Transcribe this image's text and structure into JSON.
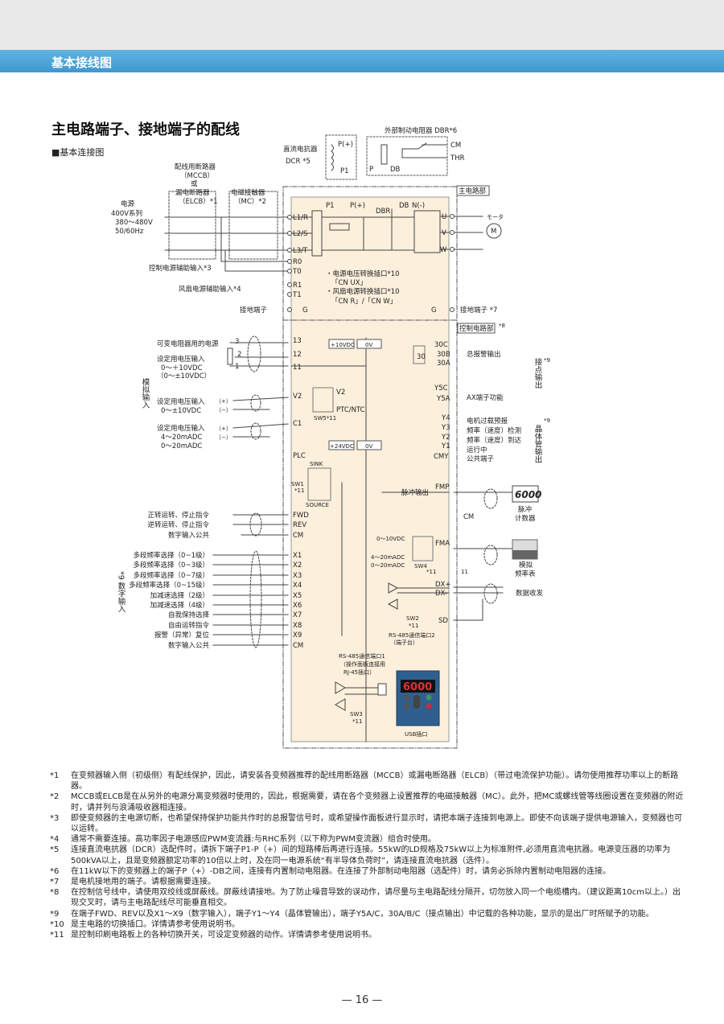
{
  "header": {
    "section": "基本接线图",
    "title": "主电路端子、接地端子的配线",
    "subtitle": "■基本连接图"
  },
  "main": {
    "power": {
      "label": "电源",
      "series": "400V系列",
      "voltage": "380～480V",
      "freq": "50/60Hz"
    },
    "mccb": {
      "l1": "配线用断路器",
      "l2": "（MCCB）",
      "l3": "或",
      "l4": "漏电断路器",
      "l5": "（ELCB）*1"
    },
    "mc": {
      "l1": "电磁接触器",
      "l2": "（MC）*2"
    },
    "dcr": {
      "l1": "直流电抗器",
      "l2": "DCR  *5",
      "p_plus": "P(+)",
      "p1": "P1"
    },
    "dbr_ext": {
      "label": "外部制动电阻器 DBR*6",
      "p": "P",
      "db": "DB",
      "cm": "CM",
      "thr": "THR"
    },
    "main_circuit_tag": "主电路部",
    "control_circuit_tag": "控制电路部",
    "control_tag_note": "*8",
    "bus": {
      "p1": "P1",
      "pplus": "P(+)",
      "dbr": "DBR",
      "db": "DB",
      "nminus": "N(-)"
    },
    "input_terminals": [
      "L1/R",
      "L2/S",
      "L3/T",
      "R0",
      "T0",
      "R1",
      "T1",
      "G"
    ],
    "output_terminals": [
      "U",
      "V",
      "W",
      "G"
    ],
    "motor": {
      "label": "モータ",
      "symbol": "M"
    },
    "aux_ctrl": "控制电源辅助输入*3",
    "aux_fan": "风扇电源辅助输入*4",
    "ground_left": "接地端子",
    "ground_right": "接地端子 *7",
    "cn1": "・电源电压转换插口*10",
    "cn1b": "「CN UX」",
    "cn2": "・风扇电源转换插口*10",
    "cn2b": "「CN R」/「CN  W」"
  },
  "analog": {
    "group": "模拟输入",
    "pot_power": "可变电阻器用的电源",
    "v_in": [
      "设定用电压输入",
      "0～＋10VDC",
      "（0～±10VDC）"
    ],
    "v2_in": [
      "设定用电压输入",
      "0～±10VDC"
    ],
    "c1_in": [
      "设定用电压输入",
      "4～20mADC",
      "0～20mADC"
    ],
    "pot_pins": [
      "3",
      "2",
      "1"
    ],
    "plus": "（+）",
    "minus": "（−）",
    "terminals": [
      "13",
      "12",
      "11",
      "V2",
      "C1"
    ],
    "p10v": "+10VDC",
    "zero_v": "0V",
    "p24v": "+24VDC",
    "sw5": {
      "a": "V2",
      "b": "PTC/NTC",
      "name": "SW5*11"
    }
  },
  "digital": {
    "group": "*9 数字输入",
    "plc": "PLC",
    "sink": "SINK",
    "source": "SOURCE",
    "sw1": "SW1",
    "sw1_note": "*11",
    "inputs": [
      {
        "label": "正转运转、停止指令",
        "terminal": "FWD"
      },
      {
        "label": "逆转运转、停止指令",
        "terminal": "REV"
      },
      {
        "label": "数字输入公共",
        "terminal": "CM"
      },
      {
        "label": "多段频率选择（0~1级）",
        "terminal": "X1"
      },
      {
        "label": "多段频率选择（0~3级）",
        "terminal": "X2"
      },
      {
        "label": "多段频率选择（0~7级）",
        "terminal": "X3"
      },
      {
        "label": "多段频率选择（0~15级）",
        "terminal": "X4"
      },
      {
        "label": "加减速选择（2级）",
        "terminal": "X5"
      },
      {
        "label": "加减速选择（4级）",
        "terminal": "X6"
      },
      {
        "label": "自我保持选择",
        "terminal": "X7"
      },
      {
        "label": "自由运转指令",
        "terminal": "X8"
      },
      {
        "label": "报警（异常）复位",
        "terminal": "X9"
      },
      {
        "label": "数字输入公共",
        "terminal": "CM"
      }
    ]
  },
  "outputs": {
    "relay": {
      "terminals": [
        "30C",
        "30B",
        "30A"
      ],
      "coil": "30",
      "label": "总报警输出"
    },
    "y5": {
      "terminals": [
        "Y5C",
        "Y5A"
      ],
      "label": "AX端子功能"
    },
    "contact_group": "接点输出",
    "contact_note": "*9",
    "transistor": [
      {
        "terminal": "Y4",
        "label": "电机过载预报"
      },
      {
        "terminal": "Y3",
        "label": "频率（速度）检测"
      },
      {
        "terminal": "Y2",
        "label": "频率（速度）到达"
      },
      {
        "terminal": "Y1",
        "label": "运行中"
      },
      {
        "terminal": "CMY",
        "label": "公共端子"
      }
    ],
    "transistor_group": "晶体管输出",
    "transistor_note": "*9",
    "fmp": {
      "terminal": "FMP",
      "label": "脉冲输出",
      "cm": "CM",
      "display": "6000",
      "device": [
        "脉冲",
        "计数器"
      ]
    },
    "fma": {
      "terminal": "FMA",
      "opt1": "0～10VDC",
      "opt2": "4～20mADC",
      "opt3": "0～20mADC",
      "sw": "SW4",
      "sw_note": "*11",
      "ref": "11",
      "device": [
        "模拟",
        "频率表"
      ]
    },
    "rs485_2": {
      "dxp": "DX+",
      "dxm": "DX-",
      "sd": "SD",
      "sw": "SW2",
      "sw_note": "*11",
      "label": [
        "RS-485通信端口2",
        "（端子台）"
      ],
      "comm": "数据收发"
    },
    "rs485_1": {
      "label": [
        "RS-485通信端口1",
        "（操作面板连接用",
        "RJ-45插口）"
      ],
      "sw": "SW3",
      "sw_note": "*11",
      "usb": "USB插口",
      "display": "6000"
    }
  },
  "notes": [
    {
      "n": "*1",
      "t": "在变频器输入侧（初级侧）有配线保护，因此，请安装各变频器推荐的配线用断路器（MCCB）或漏电断路器（ELCB）（带过电流保护功能）。请勿使用推荐功率以上的断路器。"
    },
    {
      "n": "*2",
      "t": "MCCB或ELCB是在从另外的电源分离变频器时使用的，因此，根据需要，请在各个变频器上设置推荐的电磁接触器（MC）。此外，把MC或螺线管等线圈设置在变频器的附近时，请并列与浪涌吸收器相连接。"
    },
    {
      "n": "*3",
      "t": "即使变频器的主电源切断，也希望保持保护功能共作时的总报警信号时，或希望操作面板进行显示时，请把本端子连接到电源上。即使不向该端子提供电源输入，变频器也可以运转。"
    },
    {
      "n": "*4",
      "t": "通常不需要连接。高功率因子电源感应PWM变流器:与RHC系列（以下称为PWM变流器）组合时使用。"
    },
    {
      "n": "*5",
      "t": "连接直流电抗器（DCR）选配件时，请拆下端子P1-P（+）间的短路棒后再进行连接。55kW的LD规格及75kW以上为标准附件,必须用直流电抗器。电源变压器的功率为500kVA以上，且是变频器额定功率的10倍以上时，及在同一电源系统“有半导体负荷时”，请连接直流电抗器（选件）。"
    },
    {
      "n": "*6",
      "t": "在11kW以下的变频器上的端子P（+）-DB之间，连接有内置制动电阻器。在连接了外部制动电阻器（选配件）时，请务必拆除内置制动电阻器的连接。"
    },
    {
      "n": "*7",
      "t": "是电机接地用的端子。请根据需要连接。"
    },
    {
      "n": "*8",
      "t": "在控制信号线中，请使用双绞线或屏蔽线。屏蔽线请接地。为了防止噪音导致的误动作，请尽量与主电路配线分隔开，切勿放入同一个电缆槽内。（建议距离10cm以上。）出现交叉时，请与主电路配线尽可能垂直相交。"
    },
    {
      "n": "*9",
      "t": "在端子FWD、REV以及X1～X9（数字输入），端子Y1～Y4（晶体管输出），端子Y5A/C，30A/B/C（接点输出）中记载的各种功能，显示的是出厂时所赋予的功能。"
    },
    {
      "n": "*10",
      "t": "是主电路的切换插口。详情请参考使用说明书。"
    },
    {
      "n": "*11",
      "t": "是控制印刷电路板上的各种切换开关，可设定变频器的动作。详情请参考使用说明书。"
    }
  ],
  "page_number": "— 16 —",
  "colors": {
    "accent": "#3f98cf",
    "panel": "#fcefdc",
    "line": "#444444"
  }
}
